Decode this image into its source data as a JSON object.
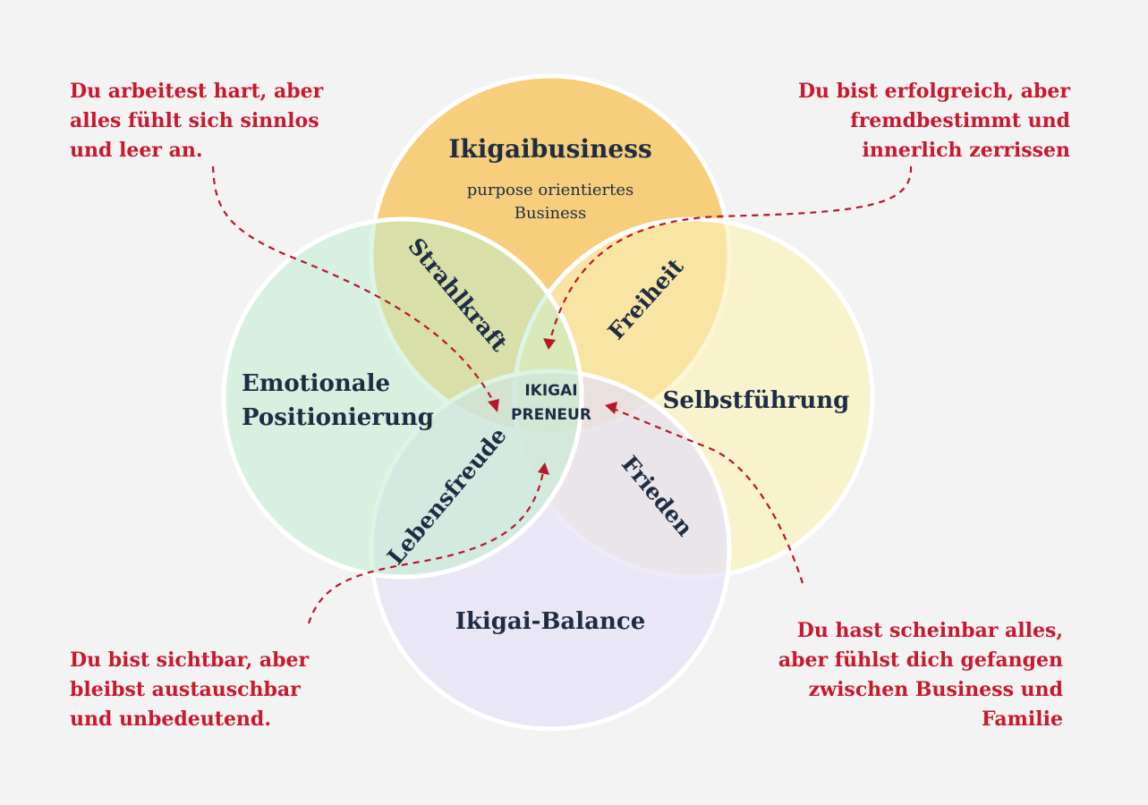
{
  "circles": {
    "top": {
      "title": "Ikigaibusiness",
      "subtitle_line1": "purpose orientiertes",
      "subtitle_line2": "Business",
      "color": "#f6c35a"
    },
    "left": {
      "title_line1": "Emotionale",
      "title_line2": "Positionierung",
      "color": "#cdefd8"
    },
    "right": {
      "title": "Selbstführung",
      "color": "#fbf3c4"
    },
    "bottom": {
      "title": "Ikigai-Balance",
      "color": "#e7e4f7"
    }
  },
  "overlaps": {
    "top_left": "Strahlkraft",
    "top_right": "Freiheit",
    "bottom_left": "Lebensfreude",
    "bottom_right": "Frieden"
  },
  "center": {
    "line1": "IKIGAI",
    "line2": "PRENEUR"
  },
  "callouts": {
    "top_left": [
      "Du arbeitest hart, aber",
      "alles fühlt sich sinnlos",
      "und leer an."
    ],
    "top_right": [
      "Du bist erfolgreich, aber",
      "fremdbestimmt und",
      "innerlich zerrissen"
    ],
    "bottom_left": [
      "Du bist sichtbar, aber",
      "bleibst austauschbar",
      "und unbedeutend."
    ],
    "bottom_right": [
      "Du hast scheinbar alles,",
      "aber fühlst dich gefangen",
      "zwischen Business und",
      "Familie"
    ]
  },
  "colors": {
    "callout_text": "#c8192e",
    "label_text": "#1f2d44",
    "background": "#f3f3f3"
  }
}
